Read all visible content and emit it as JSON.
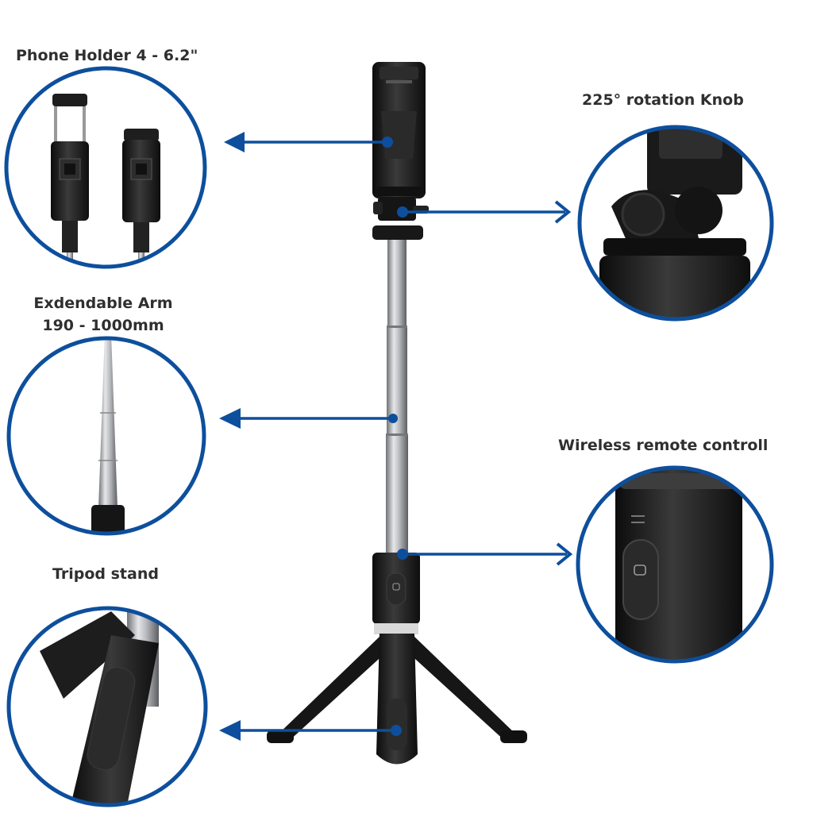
{
  "callouts": {
    "phone_holder": {
      "label": "Phone Holder 4 - 6.2\""
    },
    "rotation_knob": {
      "label": "225° rotation Knob"
    },
    "arm": {
      "label_line1": "Exdendable Arm",
      "label_line2": "190 - 1000mm"
    },
    "remote": {
      "label": "Wireless remote controll"
    },
    "tripod": {
      "label": "Tripod stand"
    }
  },
  "colors": {
    "accent_blue": "#0d4f9c",
    "product_black": "#1b1b1b",
    "metal": "#a7a9ad",
    "text": "#2f2f2f"
  }
}
